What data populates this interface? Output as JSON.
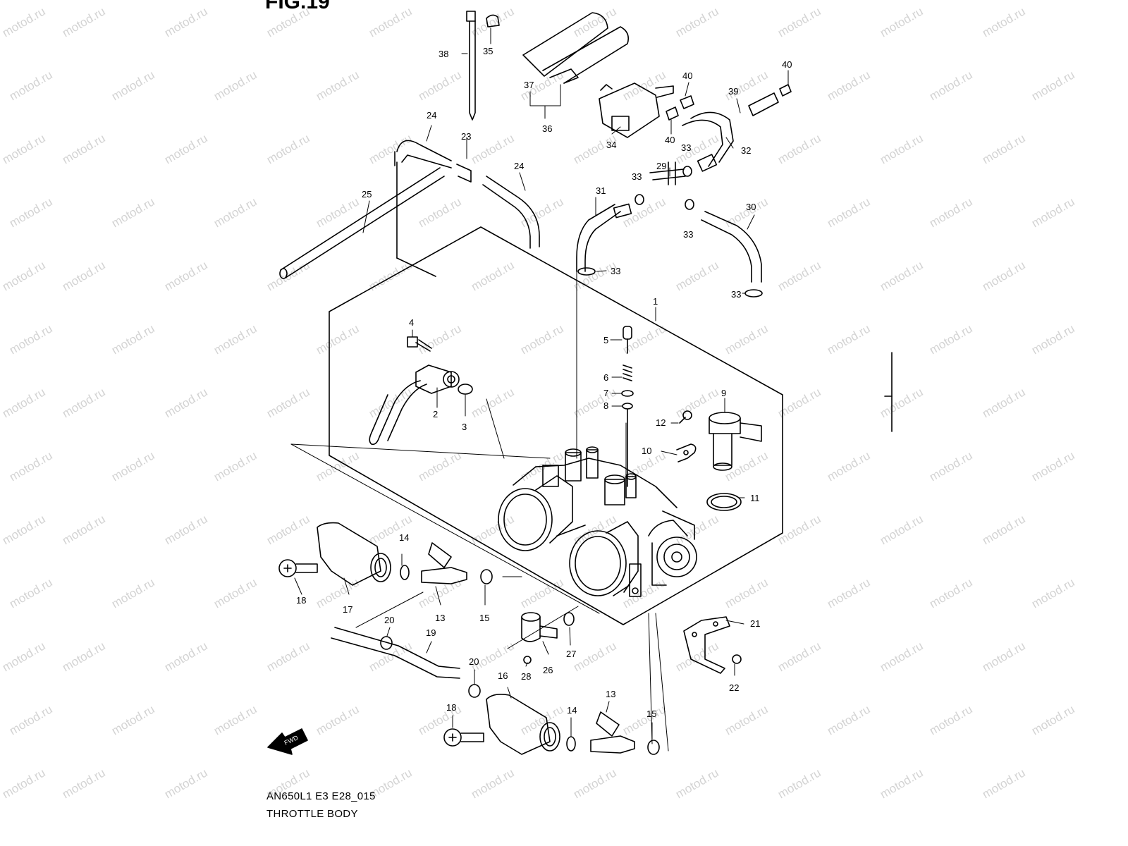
{
  "header": {
    "fig_label": "FIG.19"
  },
  "footer": {
    "code": "AN650L1 E3 E28_015",
    "title": "THROTTLE BODY"
  },
  "watermark": {
    "text": "motod.ru"
  },
  "fwd_label": "FWD",
  "callout_numbers": [
    "1",
    "2",
    "3",
    "4",
    "5",
    "6",
    "7",
    "8",
    "9",
    "10",
    "11",
    "12",
    "13",
    "13",
    "14",
    "14",
    "15",
    "15",
    "16",
    "17",
    "18",
    "18",
    "19",
    "20",
    "20",
    "21",
    "22",
    "23",
    "24",
    "24",
    "25",
    "26",
    "27",
    "28",
    "29",
    "30",
    "31",
    "32",
    "33",
    "33",
    "33",
    "33",
    "33",
    "33",
    "34",
    "35",
    "36",
    "37",
    "38",
    "39",
    "40",
    "40",
    "40"
  ],
  "colors": {
    "line": "#000000",
    "watermark": "#c9c9c9",
    "background": "#ffffff"
  }
}
